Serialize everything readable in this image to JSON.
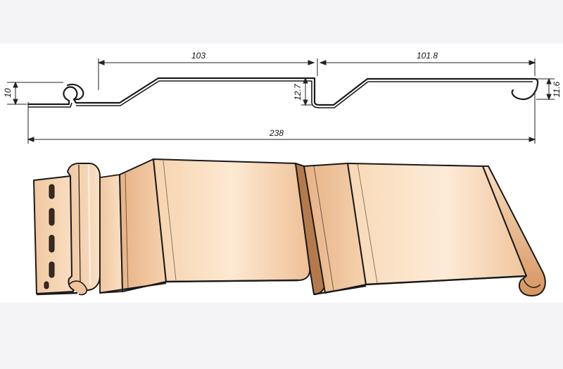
{
  "diagram": {
    "dimensions": {
      "dim_103": "103",
      "dim_101_8": "101.8",
      "dim_238": "238",
      "dim_10": "10",
      "dim_12_7": "12.7",
      "dim_11_6": "11.6"
    },
    "colors": {
      "panel_light": "#fbe6cf",
      "panel_mid": "#f3c9a0",
      "panel_dark": "#d99a6c",
      "outline": "#1a1a1a",
      "band": "#f4f4f6"
    }
  }
}
